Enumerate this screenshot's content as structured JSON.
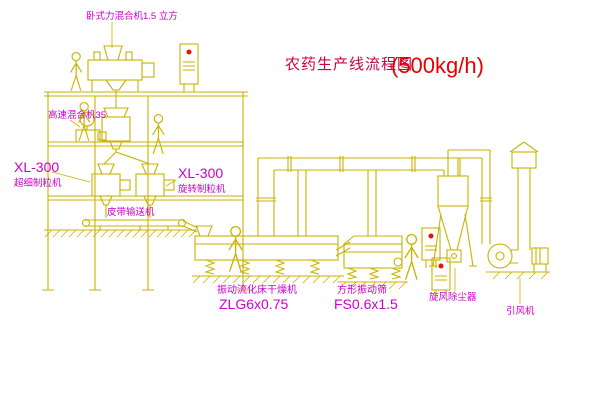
{
  "title": {
    "main": "农药生产线流程图",
    "capacity": "(500kg/h)"
  },
  "labels": {
    "horizontal_mixer": "卧式力混合机1.5 立方",
    "high_speed_mixer": "高速混合机35",
    "granulator_left_model": "XL-300",
    "granulator_left_name": "超细制粒机",
    "granulator_right_model": "XL-300",
    "granulator_right_name": "旋转制粒机",
    "belt_conveyor": "皮带输送机",
    "dryer_name": "振动流化床干燥机",
    "dryer_model": "ZLG6x0.75",
    "screen_name": "方形振动筛",
    "screen_model": "FS0.6x1.5",
    "cyclone": "旋风除尘器",
    "fan": "引风机"
  },
  "colors": {
    "line": "#c9b200",
    "label": "#cc00cc",
    "title": "#cc0044",
    "capacity": "#e60000",
    "indicator": "#ee1100",
    "background": "#ffffff"
  }
}
